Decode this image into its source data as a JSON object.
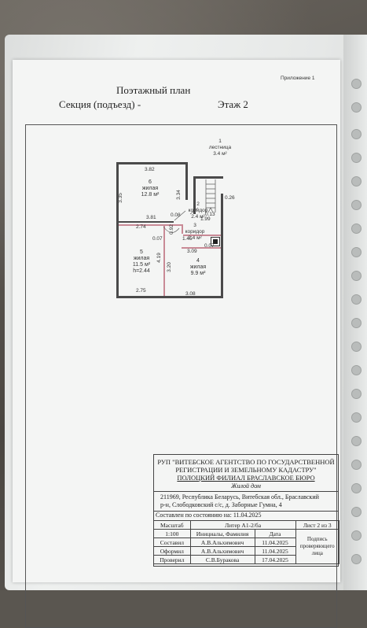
{
  "appendix": "Приложение 1",
  "plan_title": "Поэтажный план",
  "section_label": "Секция (подъезд) -",
  "floor_label": "Этаж 2",
  "rooms": {
    "r1": {
      "num": "1",
      "name": "лестница",
      "area": "3.4 м²"
    },
    "r2": {
      "num": "2",
      "name": "коридор",
      "area": "2.4 м²"
    },
    "r3": {
      "num": "3",
      "name": "коридор",
      "area": "2.4 м²"
    },
    "r4": {
      "num": "4",
      "name": "жилая",
      "area": "9.9 м²"
    },
    "r5": {
      "num": "5",
      "name": "жилая",
      "area": "11.5 м²",
      "height": "h=2.44"
    },
    "r6": {
      "num": "6",
      "name": "жилая",
      "area": "12.8 м²"
    }
  },
  "dims": {
    "d382": "3.82",
    "d335": "3.35",
    "d334": "3.34",
    "d008": "0.08",
    "d026": "0.26",
    "d381": "3.81",
    "d199": "1.99",
    "d013": "0.13",
    "d274": "2.74",
    "d092": "0.92",
    "d007a": "0.07",
    "d145": "1.45",
    "d007b": "0.07",
    "d309": "3.09",
    "d419": "4.19",
    "d320": "3.20",
    "d275": "2.75",
    "d308": "3.08"
  },
  "stamp": {
    "org1": "РУП \"ВИТЕБСКОЕ АГЕНТСТВО ПО ГОСУДАРСТВЕННОЙ",
    "org2": "РЕГИСТРАЦИИ И ЗЕМЕЛЬНОМУ КАДАСТРУ\"",
    "org3": "ПОЛОЦКИЙ ФИЛИАЛ БРАСЛАВСКОЕ БЮРО",
    "object": "Жилой дом",
    "address1": "211969, Республика Беларусь, Витебская обл., Браславский",
    "address2": "р-н, Слободковский с/с, д. Заборные Гумна, 4",
    "state_as_of": "Составлен по состоянию на: 11.04.2025",
    "scale_label": "Масштаб",
    "scale": "1:100",
    "liter_label": "Литер",
    "liter": "А1-2/ба",
    "sheet_label": "Лист",
    "sheet": "2",
    "of_label": "из",
    "sheets_total": "3",
    "col_initials": "Инициалы, Фамилия",
    "col_date": "Дата",
    "col_signature": "Подпись проверяющего лица",
    "row1_role": "Составил",
    "row1_name": "А.В.Альхимович",
    "row1_date": "11.04.2025",
    "row2_role": "Оформил",
    "row2_name": "А.В.Альхимович",
    "row2_date": "11.04.2025",
    "row3_role": "Проверил",
    "row3_name": "С.В.Буракова",
    "row3_date": "17.04.2025"
  }
}
